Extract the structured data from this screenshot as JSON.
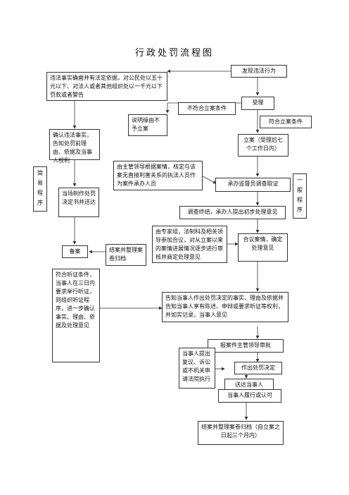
{
  "title": "行政处罚流程图",
  "nodes": {
    "discover": "发现违法行为",
    "simple_condition": "违法事实确凿并有法定依据，对公民处以五十元以下、对法人或者其他组织处以一千元以下罚款或者警告",
    "accept": "受理",
    "not_meet": "不符合立案条件",
    "meet": "符合立案条件",
    "explain": "说明缘由不予立案",
    "filing": "立案（受理后七个工作日内）",
    "confirm": "确认违法事实，告知处罚前理由、依据及当事人权利",
    "simple_label": "简易程序",
    "general_label": "一般程序",
    "assign": "由主管领导根据案情，核定与该案无直接利害关系的执法人员作为案件承办人员",
    "investigate": "承办监督员调查取证",
    "onsite": "当场制作处罚决定书并送达",
    "finish_invest": "调查终结，承办人提出初步处理意见",
    "expert": "由专家组，法制科及相关领导参加合议，对从立案以来的案情进展情况逐步进行审核并商定处理意见",
    "collegial": "合议案情，确定处理意见",
    "record": "备案",
    "close_archive": "结案并整理案卷归档",
    "hearing": "符合听证条件，当事人在三日内要求举行听证，则组织听证程序，进一步确认事实、理由、依据及处理意见",
    "notify": "告知当事人作出处罚决定的事实、理由及依据并告知当事人享有陈述、申辩或要求听证等权利，并如实记录，当事人意见",
    "approve": "报案件主管领导审批",
    "decide": "作出处罚决定",
    "appeal": "当事人提出复议、诉讼或不机关申请法院执行",
    "deliver": "送达当事人",
    "perform": "当事人履行或认可",
    "final": "结案并整理案卷归档（自立案之日起三个月内）"
  }
}
